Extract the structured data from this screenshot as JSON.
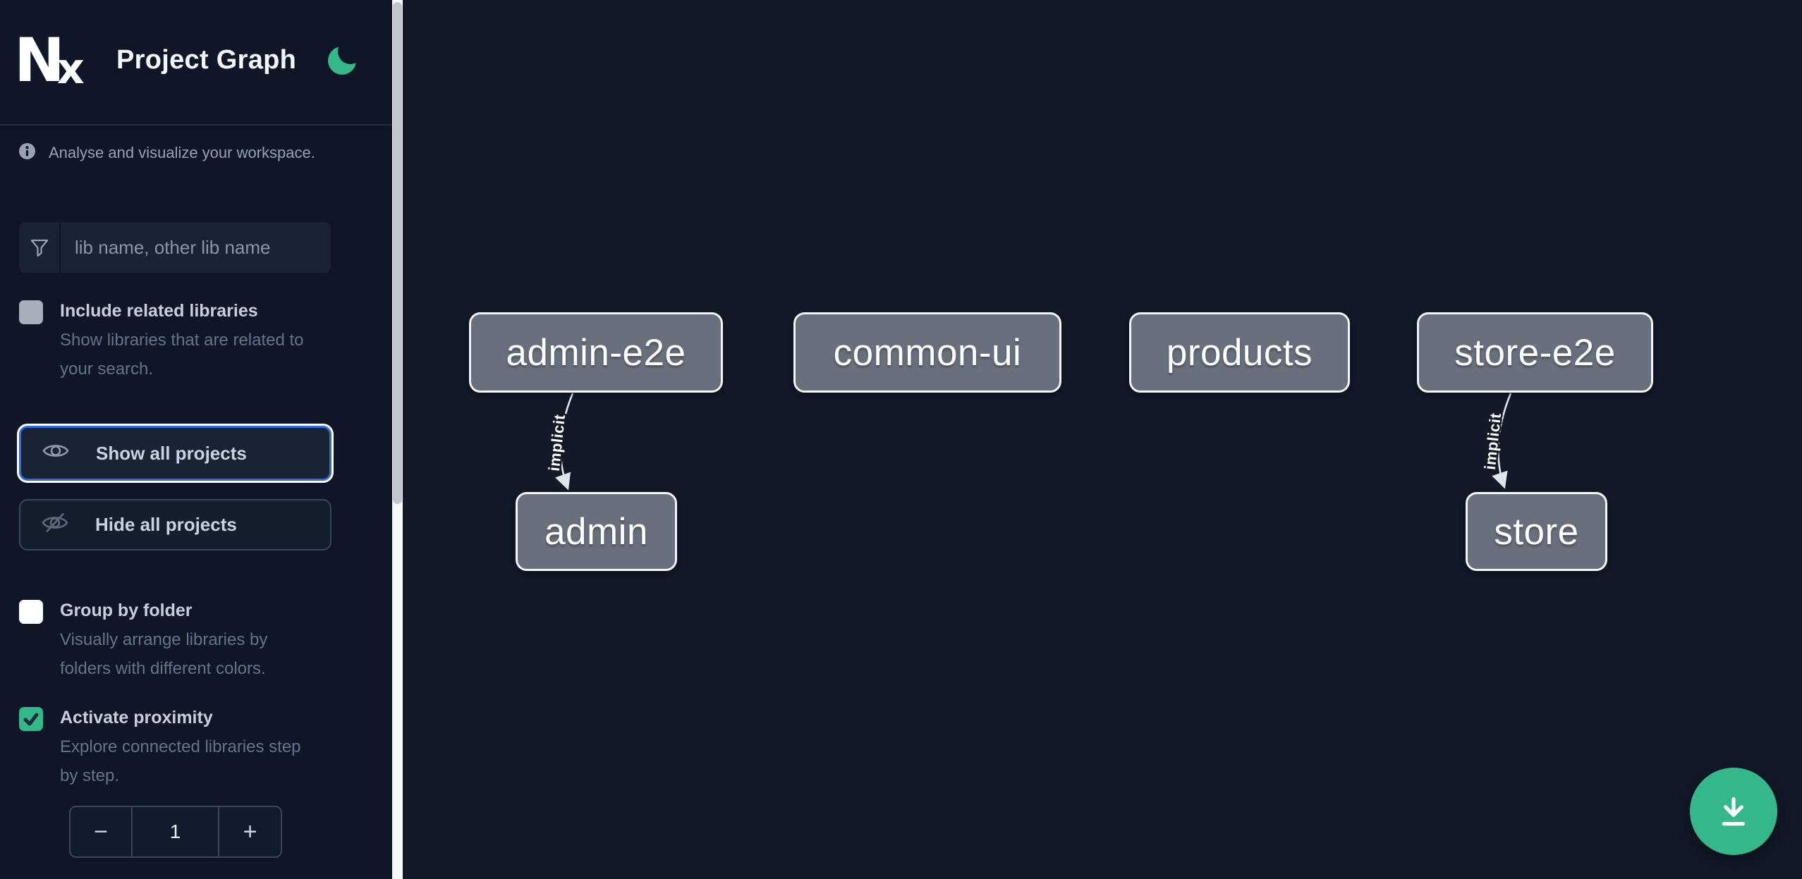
{
  "header": {
    "logo_text": "Nx",
    "title": "Project Graph"
  },
  "sidebar": {
    "info_text": "Analyse and visualize your workspace.",
    "search": {
      "placeholder": "lib name, other lib name",
      "icon": "filter-funnel-icon"
    },
    "toggles": [
      {
        "label": "Include related libraries",
        "description": "Show libraries that are related to\nyour search.",
        "checked": false,
        "box_color": "#a9afba"
      },
      {
        "label": "Group by folder",
        "description": "Visually arrange libraries by\nfolders with different colors.",
        "checked": false,
        "box_color": "#ffffff"
      },
      {
        "label": "Activate proximity",
        "description": "Explore connected libraries step\nby step.",
        "checked": true,
        "box_color": "#34b889"
      }
    ],
    "actions": [
      {
        "label": "Show all projects",
        "icon": "eye-icon",
        "focused": true
      },
      {
        "label": "Hide all projects",
        "icon": "eye-slash-icon",
        "focused": false
      }
    ],
    "proximity_stepper": {
      "decrement": "−",
      "value": "1",
      "increment": "+"
    }
  },
  "graph": {
    "nodes": [
      {
        "label": "admin-e2e"
      },
      {
        "label": "common-ui"
      },
      {
        "label": "products"
      },
      {
        "label": "store-e2e"
      },
      {
        "label": "admin"
      },
      {
        "label": "store"
      }
    ],
    "edges": [
      {
        "from": "admin-e2e",
        "to": "admin",
        "label": "implicit"
      },
      {
        "from": "store-e2e",
        "to": "store",
        "label": "implicit"
      }
    ]
  },
  "fab": {
    "icon": "download-icon"
  },
  "colors": {
    "accent_green": "#34b889",
    "focus_blue": "#2e6be4",
    "node_fill": "#68707e",
    "node_border": "#f3f5f7",
    "sidebar_bg": "#0f1627",
    "canvas_bg": "#121927",
    "scrollbar_track": "#f6f7f8",
    "scrollbar_thumb": "#c2c5ca"
  }
}
